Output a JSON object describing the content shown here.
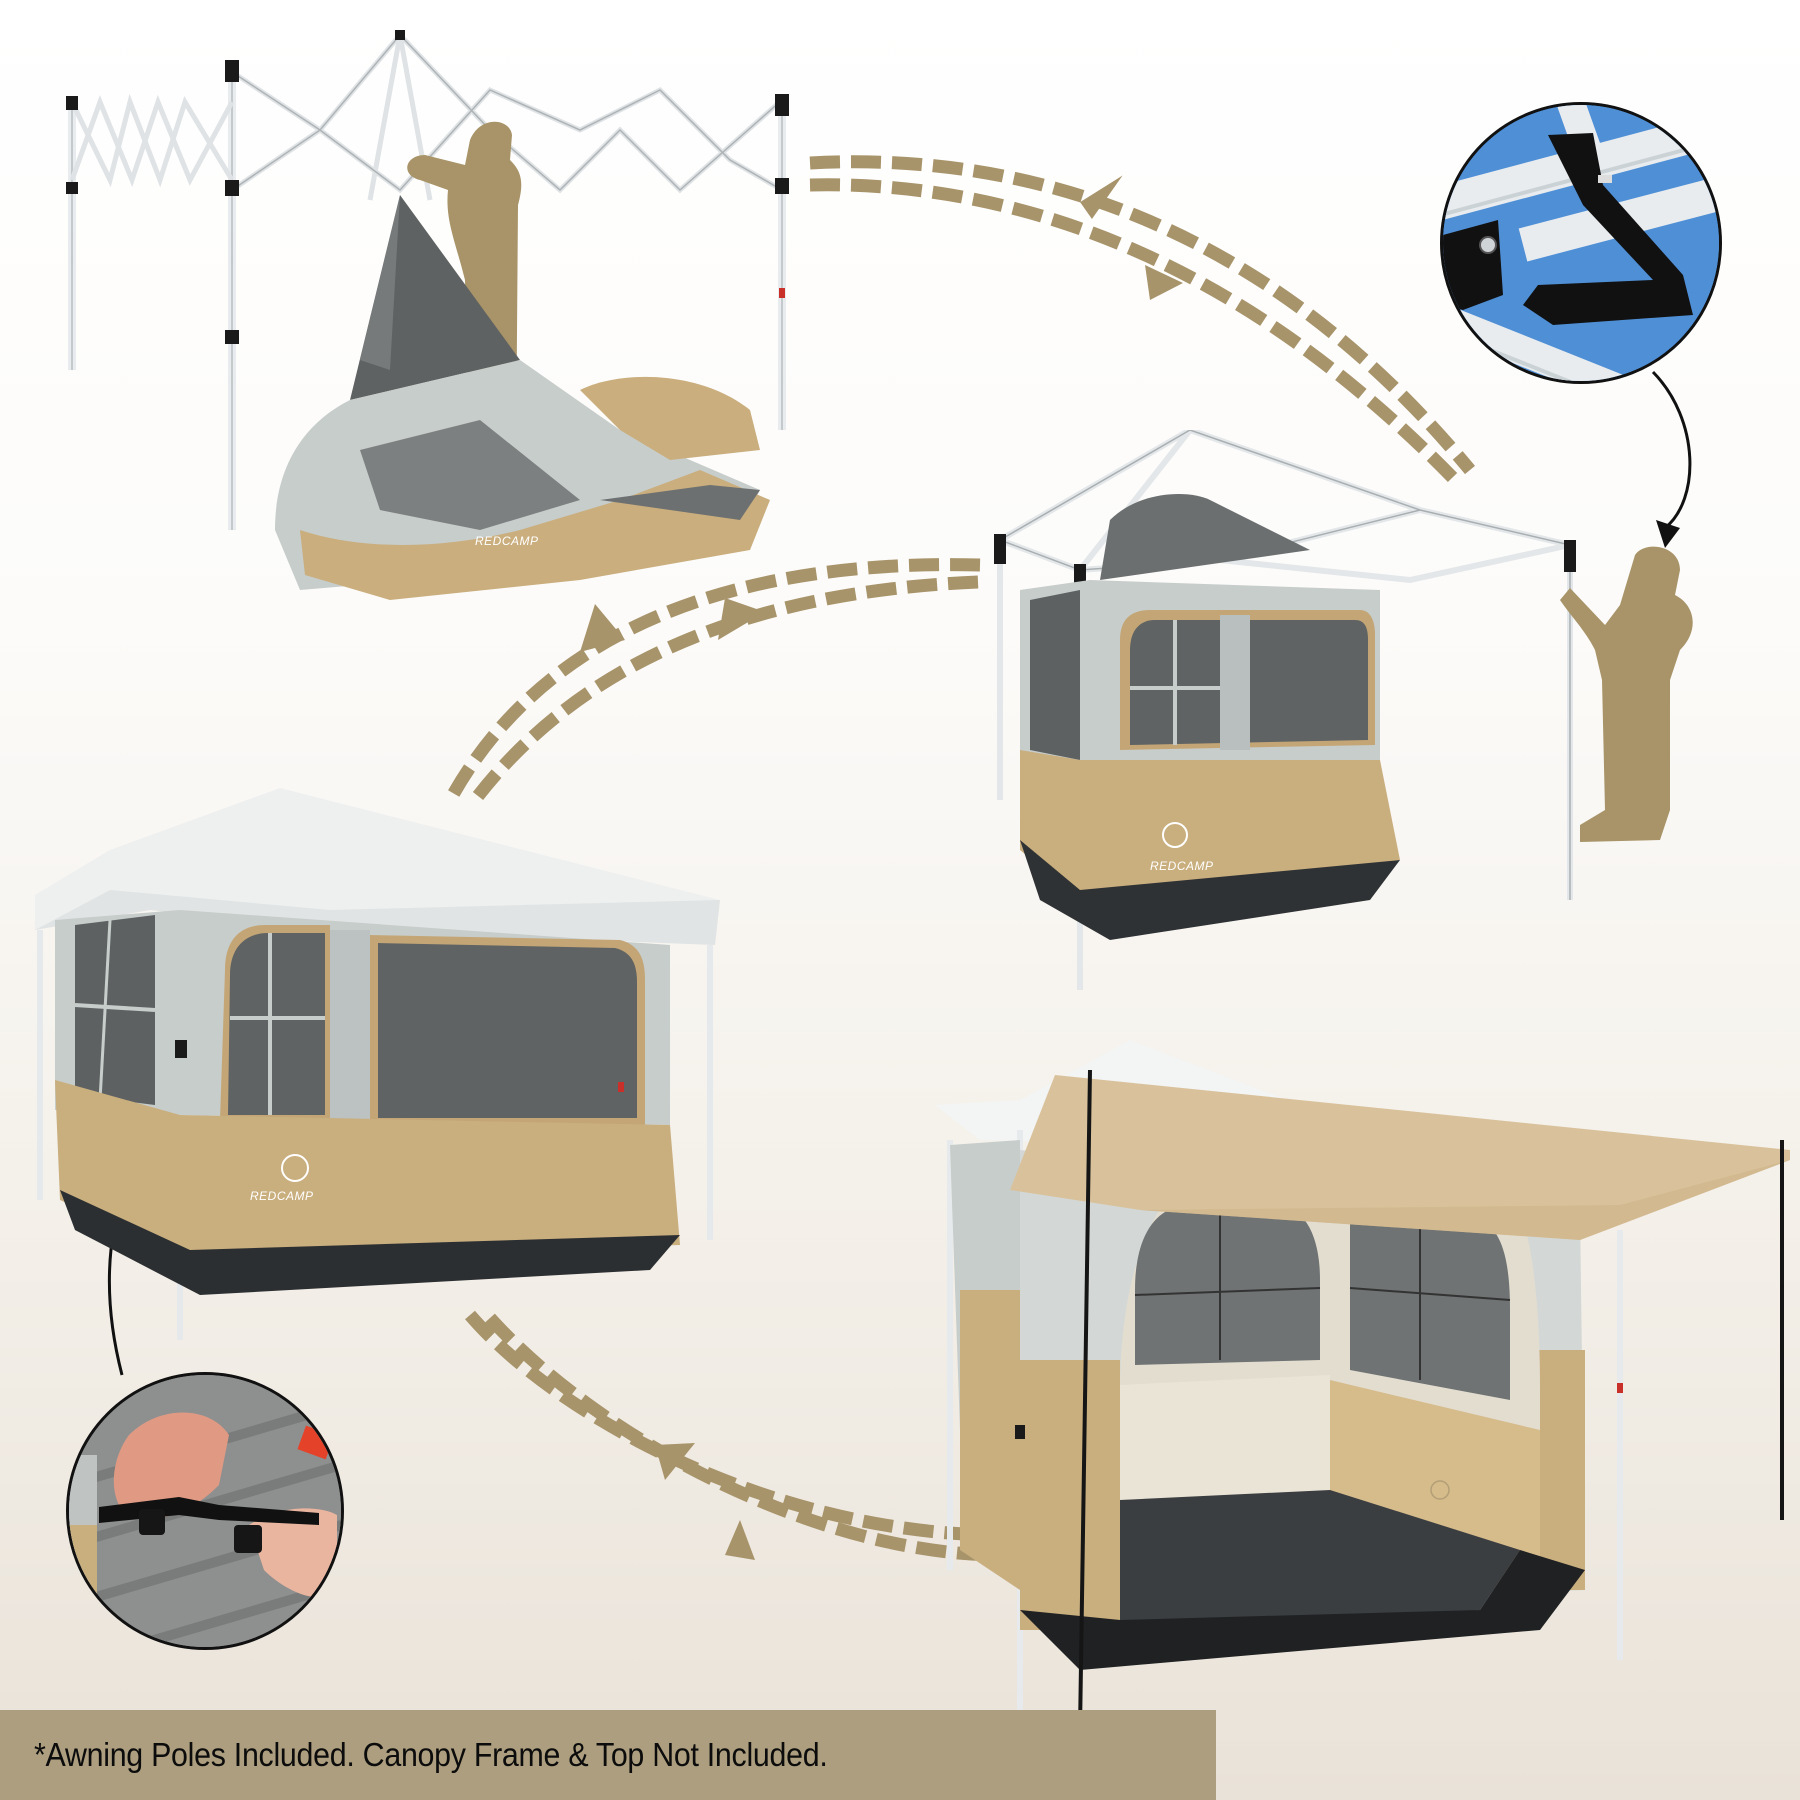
{
  "infographic": {
    "subject": "Tent-in-canopy setup sequence",
    "brand_logo_text": "REDCAMP",
    "colors": {
      "accent_tan": "#ac9e7e",
      "arrow_tan": "#a8946a",
      "silhouette": "#a89468",
      "tent_tan": "#c9ae7e",
      "tent_gray": "#c6ccca",
      "mesh_dark": "#5a5d5d",
      "canopy_white": "#eef0f0",
      "detail_sky_blue": "#4f8fd6",
      "background_top": "#ffffff",
      "background_bottom": "#e9e2d8"
    },
    "steps": [
      {
        "id": 1,
        "description": "Person hangs tent body under open canopy frame",
        "icon": "canopy-frame-with-hanging-tent"
      },
      {
        "id": 2,
        "description": "Tent clipped to canopy frame, person adjusting corner strap",
        "icon": "tent-attached-to-frame"
      },
      {
        "id": 3,
        "description": "Completed tent under canopy top",
        "icon": "completed-canopy-tent"
      },
      {
        "id": 4,
        "description": "Open door view with awning extended on poles",
        "icon": "tent-with-awning"
      }
    ],
    "details": [
      {
        "id": "frame-strap",
        "description": "Close-up of strap wrapping canopy frame truss",
        "icon": "strap-on-frame-detail"
      },
      {
        "id": "buckle",
        "description": "Close-up of hands connecting side-release buckle strap",
        "icon": "buckle-strap-detail"
      }
    ],
    "arrows": [
      {
        "from": 1,
        "to": 2,
        "style": "double-dashed-bidirectional"
      },
      {
        "from": 2,
        "to": 3,
        "style": "double-dashed-bidirectional"
      },
      {
        "from": 3,
        "to": 4,
        "style": "double-dashed-bidirectional"
      }
    ]
  },
  "footer": {
    "disclaimer": "*Awning Poles Included. Canopy Frame & Top Not Included."
  }
}
